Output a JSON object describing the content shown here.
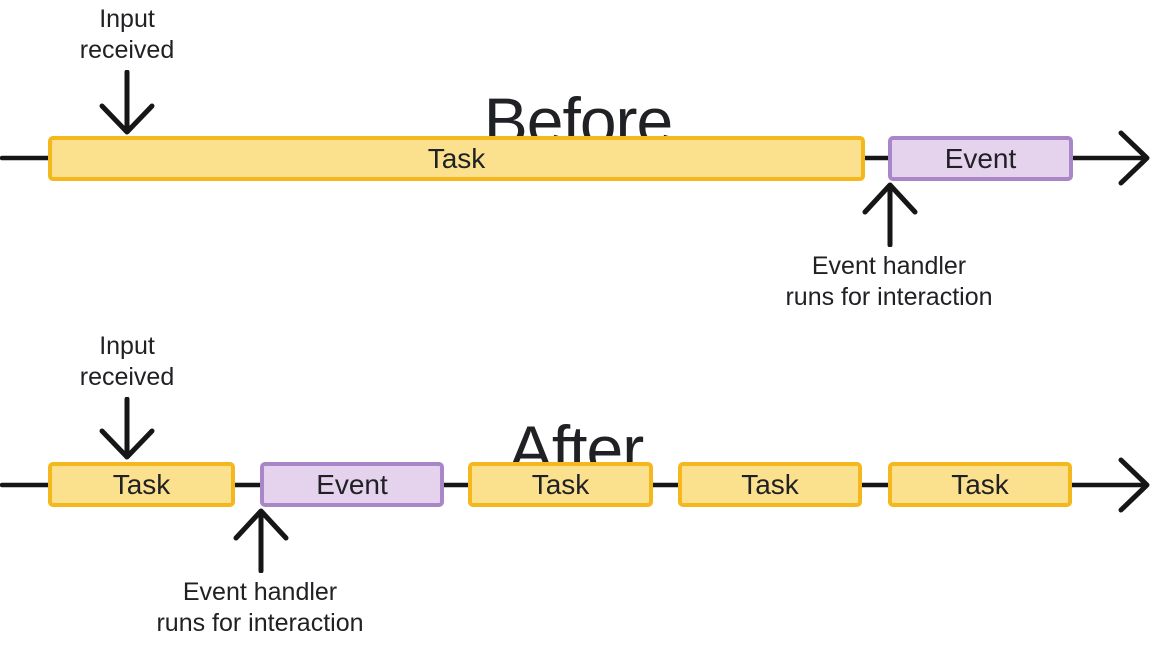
{
  "colors": {
    "task_fill": "#FBE08E",
    "task_border": "#F4B71D",
    "event_fill": "#E5D3EE",
    "event_border": "#A886C7",
    "ink": "#161616",
    "text": "#202124"
  },
  "before": {
    "title": "Before",
    "input_label": [
      "Input",
      "received"
    ],
    "handler_label": [
      "Event handler",
      "runs for interaction"
    ],
    "segments": [
      {
        "type": "task",
        "label": "Task"
      },
      {
        "type": "event",
        "label": "Event"
      }
    ]
  },
  "after": {
    "title": "After",
    "input_label": [
      "Input",
      "received"
    ],
    "handler_label": [
      "Event handler",
      "runs for interaction"
    ],
    "segments": [
      {
        "type": "task",
        "label": "Task"
      },
      {
        "type": "event",
        "label": "Event"
      },
      {
        "type": "task",
        "label": "Task"
      },
      {
        "type": "task",
        "label": "Task"
      },
      {
        "type": "task",
        "label": "Task"
      }
    ]
  }
}
